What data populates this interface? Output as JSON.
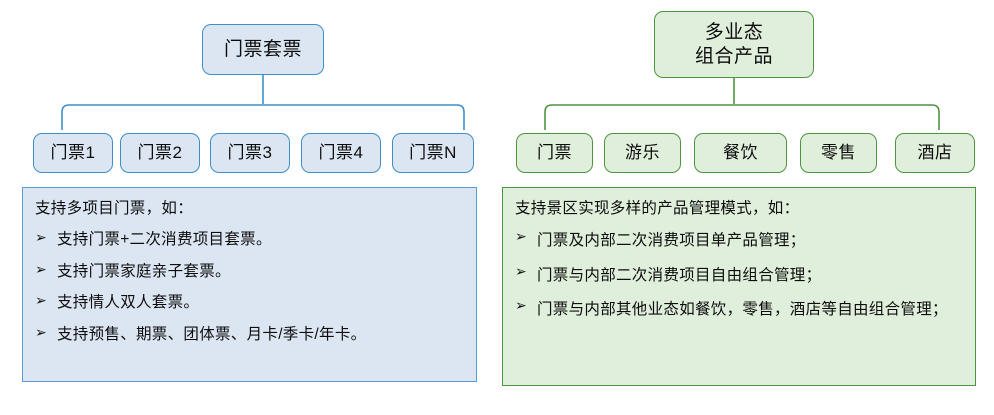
{
  "diagram": {
    "title_visible": false,
    "colors": {
      "blue_fill": "#dce6f3",
      "blue_stroke": "#3d8fc9",
      "blue_panel_stroke": "#5b9bd5",
      "green_fill": "#e0efdc",
      "green_stroke": "#4e9440",
      "text": "#0d0d0d",
      "background": "#ffffff"
    },
    "left_group": {
      "root_label": "门票套票",
      "children": [
        {
          "label": "门票1"
        },
        {
          "label": "门票2"
        },
        {
          "label": "门票3"
        },
        {
          "label": "门票4"
        },
        {
          "label": "门票N"
        }
      ],
      "panel": {
        "heading": "支持多项目门票，如：",
        "bullet_marker": "➢",
        "bullets": [
          "支持门票+二次消费项目套票。",
          "支持门票家庭亲子套票。",
          "支持情人双人套票。",
          "支持预售、期票、团体票、月卡/季卡/年卡。"
        ]
      }
    },
    "right_group": {
      "root_label": "多业态\n组合产品",
      "children": [
        {
          "label": "门票"
        },
        {
          "label": "游乐"
        },
        {
          "label": "餐饮"
        },
        {
          "label": "零售"
        },
        {
          "label": "酒店"
        }
      ],
      "panel": {
        "heading": "支持景区实现多样的产品管理模式，如：",
        "bullet_marker": "➢",
        "bullets": [
          "门票及内部二次消费项目单产品管理；",
          "门票与内部二次消费项目自由组合管理；",
          "门票与内部其他业态如餐饮，零售，酒店等自由组合管理；"
        ]
      }
    }
  }
}
